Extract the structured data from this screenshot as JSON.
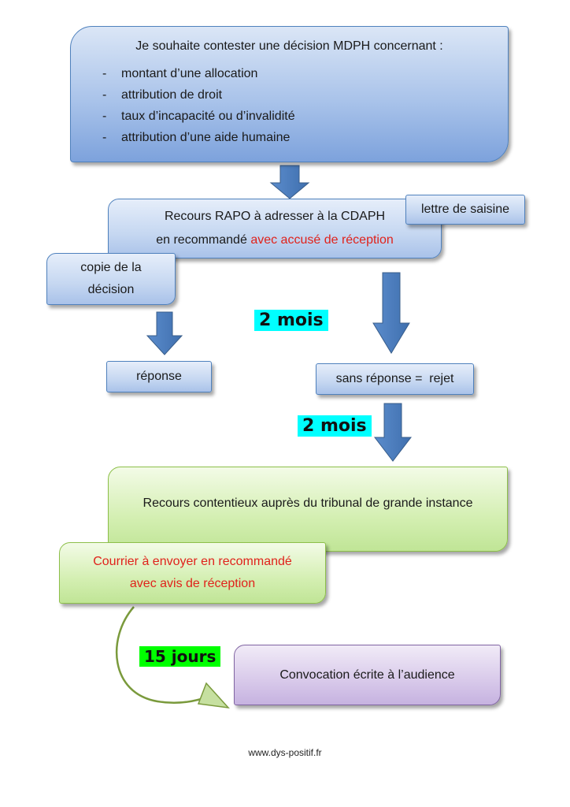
{
  "box1": {
    "heading": "Je souhaite contester une décision MDPH concernant :",
    "items": [
      "montant d’une allocation",
      "attribution de droit",
      "taux d’incapacité ou d’invalidité",
      "attribution d’une aide humaine"
    ]
  },
  "rapo": {
    "line1": "Recours RAPO à adresser à la CDAPH",
    "line2_prefix": "en recommandé",
    "line2_red": "avec accusé de réception"
  },
  "lettre": "lettre de saisine",
  "copie": {
    "line1": "copie de la",
    "line2": "décision"
  },
  "delay1": "2 mois",
  "reponse": "réponse",
  "sans_reponse": "sans réponse =  rejet",
  "delay2": "2 mois",
  "recours": "Recours contentieux auprès du tribunal de grande instance",
  "courrier": {
    "line1": "Courrier à envoyer en recommandé",
    "line2": "avec avis de réception"
  },
  "delay3": "15 jours",
  "convocation": "Convocation écrite à l’audience",
  "footer": "www.dys-positif.fr",
  "colors": {
    "arrow": "#4f81bd",
    "red_text": "#e0221b",
    "cyan_highlight": "#00ffff",
    "green_highlight": "#00ff00",
    "curve": "#7a9a3c"
  }
}
